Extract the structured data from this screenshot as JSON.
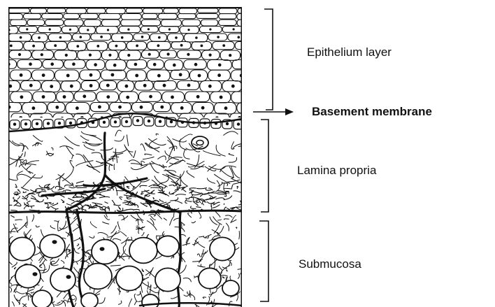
{
  "labels": {
    "epithelium": "Epithelium layer",
    "basement": "Basement membrane",
    "lamina": "Lamina propria",
    "submucosa": "Submucosa"
  },
  "colors": {
    "ink": "#111111",
    "background": "#ffffff"
  }
}
